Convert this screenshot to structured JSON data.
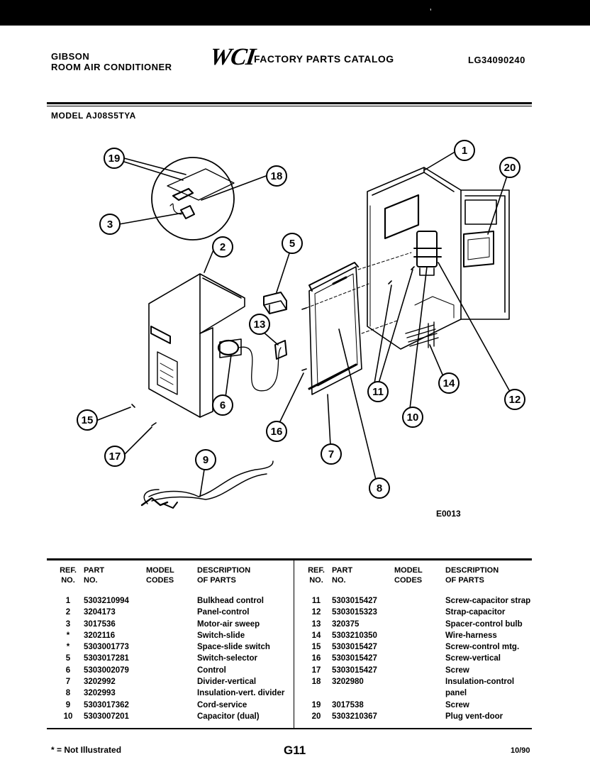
{
  "header": {
    "brand": "GIBSON",
    "product": "ROOM AIR CONDITIONER",
    "logo": "WCI",
    "catalog_title": "FACTORY PARTS CATALOG",
    "catalog_number": "LG34090240",
    "model_line": "MODEL AJ08S5TYA"
  },
  "diagram": {
    "code": "E0013",
    "callouts": [
      "1",
      "2",
      "3",
      "5",
      "6",
      "7",
      "8",
      "9",
      "10",
      "11",
      "12",
      "13",
      "14",
      "15",
      "16",
      "17",
      "18",
      "19",
      "20"
    ]
  },
  "table": {
    "headers": {
      "ref": [
        "REF.",
        "NO."
      ],
      "part": [
        "PART",
        "NO."
      ],
      "model": [
        "MODEL",
        "CODES"
      ],
      "desc": [
        "DESCRIPTION",
        "OF PARTS"
      ]
    },
    "left_rows": [
      {
        "ref": "1",
        "part": "5303210994",
        "model": "",
        "desc": "Bulkhead control"
      },
      {
        "ref": "2",
        "part": "3204173",
        "model": "",
        "desc": "Panel-control"
      },
      {
        "ref": "3",
        "part": "3017536",
        "model": "",
        "desc": "Motor-air sweep"
      },
      {
        "ref": "*",
        "part": "3202116",
        "model": "",
        "desc": "Switch-slide"
      },
      {
        "ref": "*",
        "part": "5303001773",
        "model": "",
        "desc": "Space-slide switch"
      },
      {
        "ref": "5",
        "part": "5303017281",
        "model": "",
        "desc": "Switch-selector"
      },
      {
        "ref": "6",
        "part": "5303002079",
        "model": "",
        "desc": "Control"
      },
      {
        "ref": "7",
        "part": "3202992",
        "model": "",
        "desc": "Divider-vertical"
      },
      {
        "ref": "8",
        "part": "3202993",
        "model": "",
        "desc": "Insulation-vert. divider"
      },
      {
        "ref": "9",
        "part": "5303017362",
        "model": "",
        "desc": "Cord-service"
      },
      {
        "ref": "10",
        "part": "5303007201",
        "model": "",
        "desc": "Capacitor (dual)"
      }
    ],
    "right_rows": [
      {
        "ref": "11",
        "part": "5303015427",
        "model": "",
        "desc": "Screw-capacitor strap"
      },
      {
        "ref": "12",
        "part": "5303015323",
        "model": "",
        "desc": "Strap-capacitor"
      },
      {
        "ref": "13",
        "part": "320375",
        "model": "",
        "desc": "Spacer-control bulb"
      },
      {
        "ref": "14",
        "part": "5303210350",
        "model": "",
        "desc": "Wire-harness"
      },
      {
        "ref": "15",
        "part": "5303015427",
        "model": "",
        "desc": "Screw-control mtg."
      },
      {
        "ref": "16",
        "part": "5303015427",
        "model": "",
        "desc": "Screw-vertical"
      },
      {
        "ref": "17",
        "part": "5303015427",
        "model": "",
        "desc": "Screw"
      },
      {
        "ref": "18",
        "part": "3202980",
        "model": "",
        "desc": "Insulation-control"
      },
      {
        "ref": "",
        "part": "",
        "model": "",
        "desc": "panel"
      },
      {
        "ref": "19",
        "part": "3017538",
        "model": "",
        "desc": "Screw"
      },
      {
        "ref": "20",
        "part": "5303210367",
        "model": "",
        "desc": "Plug vent-door"
      }
    ]
  },
  "footer": {
    "note": "* = Not Illustrated",
    "page": "G11",
    "date": "10/90"
  }
}
